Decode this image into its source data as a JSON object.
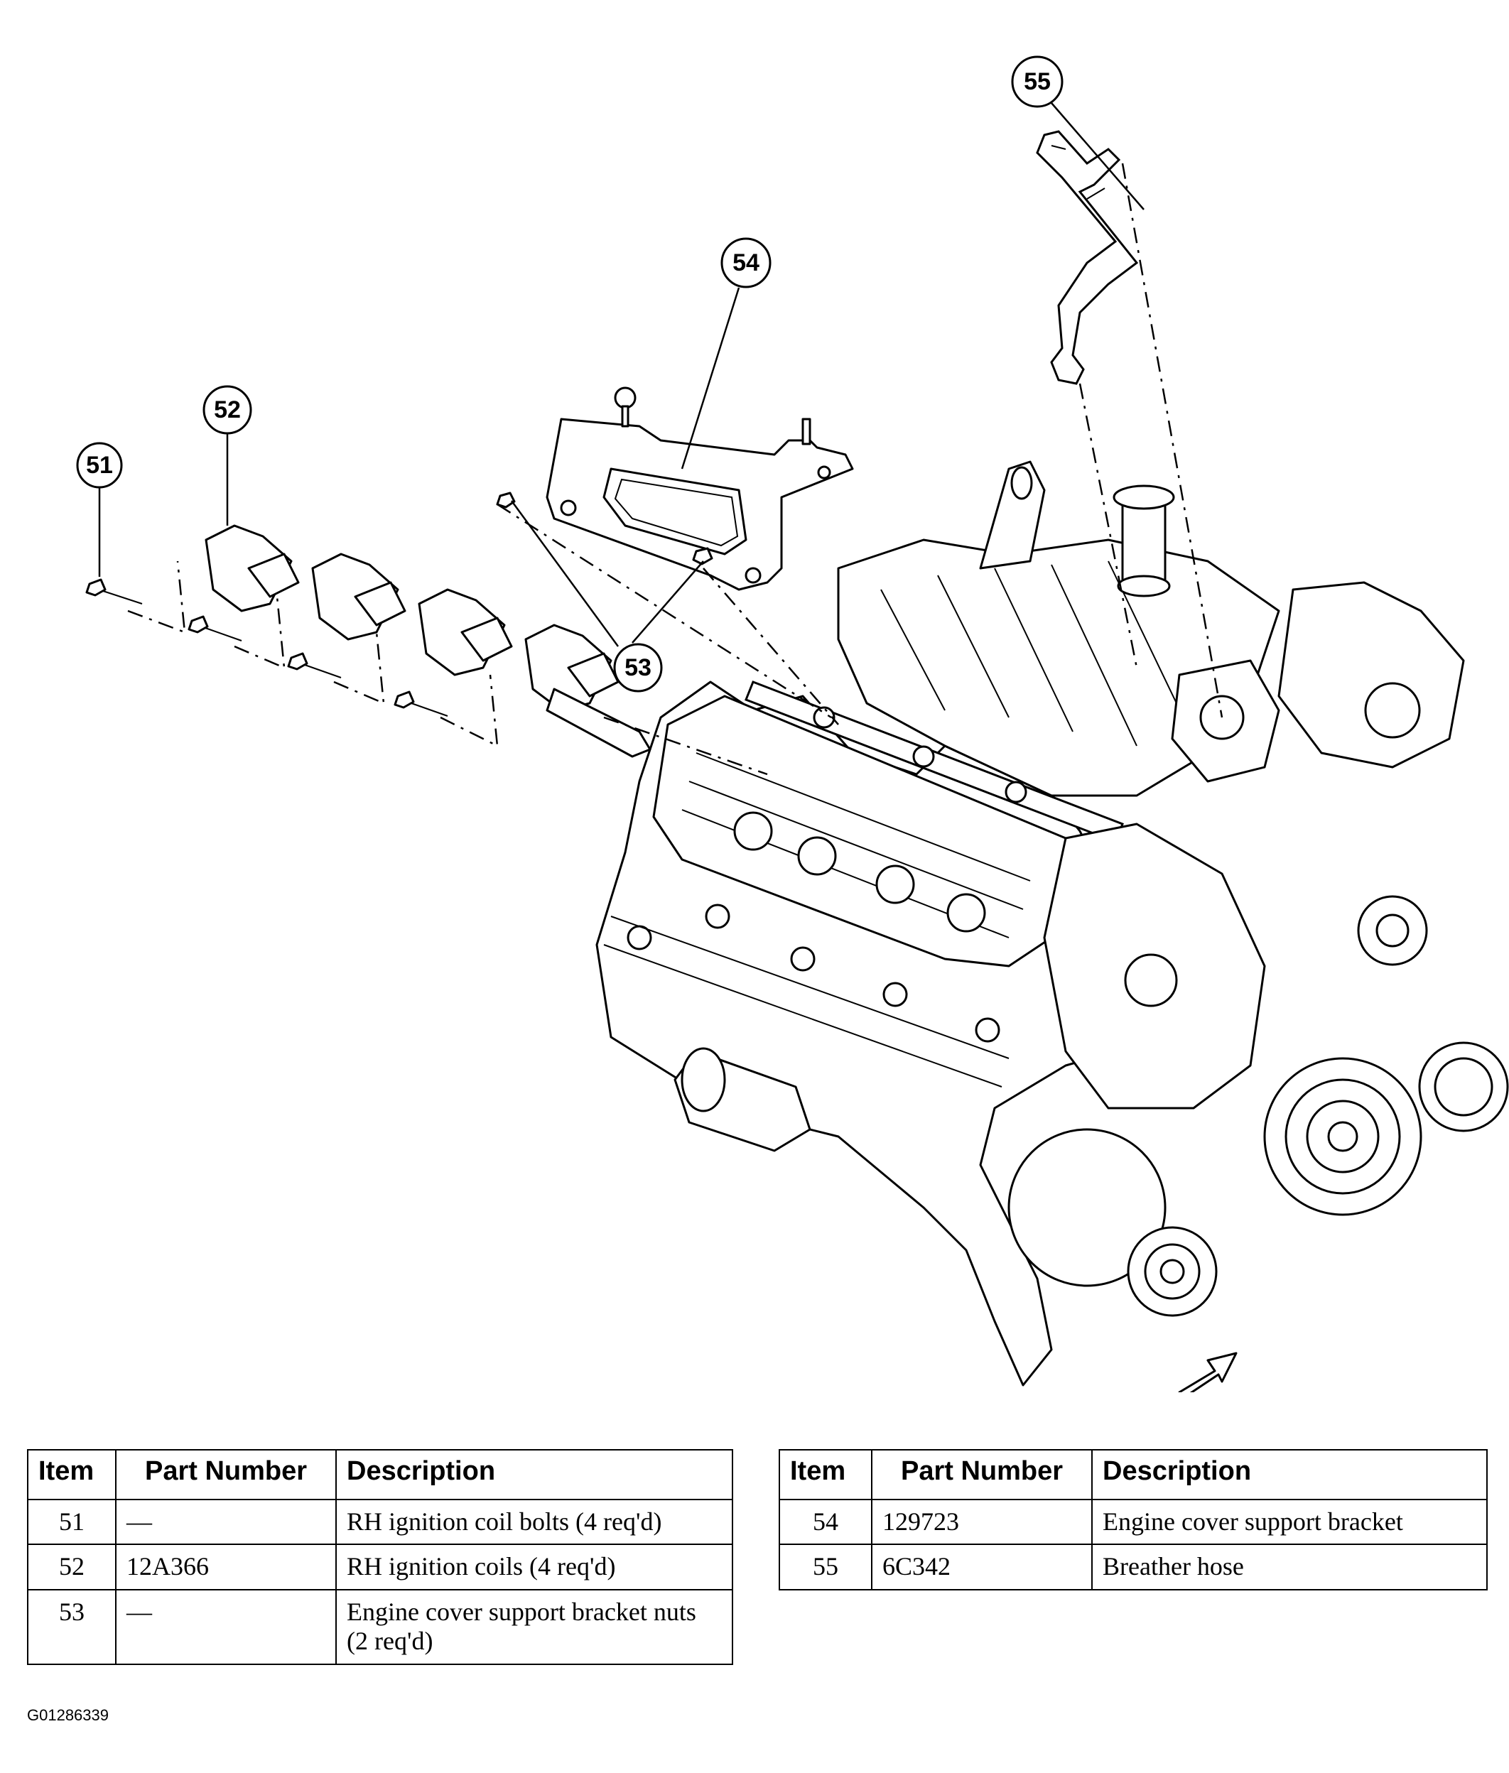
{
  "callouts": [
    "51",
    "52",
    "53",
    "54",
    "55"
  ],
  "table_left": {
    "headers": [
      "Item",
      "Part Number",
      "Description"
    ],
    "rows": [
      {
        "item": "51",
        "part": "—",
        "desc": "RH ignition coil bolts (4 req'd)"
      },
      {
        "item": "52",
        "part": "12A366",
        "desc": "RH ignition coils (4 req'd)"
      },
      {
        "item": "53",
        "part": "—",
        "desc": "Engine cover support bracket nuts (2 req'd)"
      }
    ]
  },
  "table_right": {
    "headers": [
      "Item",
      "Part Number",
      "Description"
    ],
    "rows": [
      {
        "item": "54",
        "part": "129723",
        "desc": "Engine cover support bracket"
      },
      {
        "item": "55",
        "part": "6C342",
        "desc": "Breather hose"
      }
    ]
  },
  "figure_code": "G01286339"
}
